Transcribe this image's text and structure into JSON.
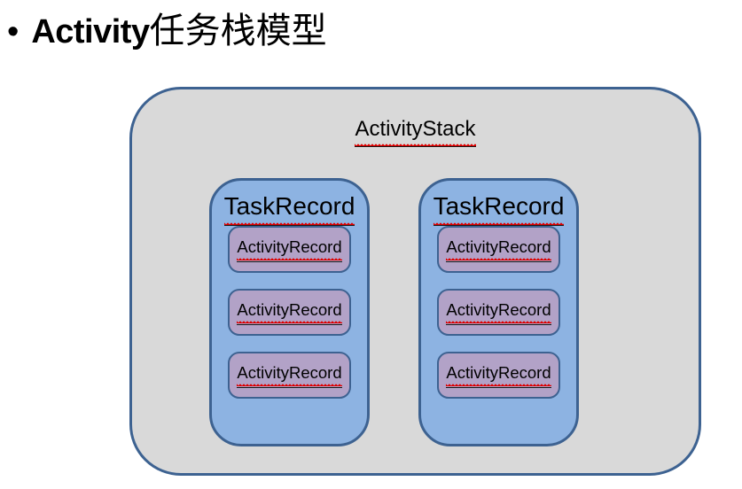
{
  "title": {
    "bullet": "•",
    "text_en": "Activity",
    "text_zh": "任务栈模型"
  },
  "diagram": {
    "stack_label": "ActivityStack",
    "tasks": [
      {
        "label": "TaskRecord",
        "records": [
          "ActivityRecord",
          "ActivityRecord",
          "ActivityRecord"
        ]
      },
      {
        "label": "TaskRecord",
        "records": [
          "ActivityRecord",
          "ActivityRecord",
          "ActivityRecord"
        ]
      }
    ],
    "colors": {
      "stack_fill": "#d9d9d9",
      "task_fill": "#8db3e2",
      "record_fill": "#b2a2c7",
      "border_color": "#3d6291",
      "squiggle_color": "#dd0000"
    }
  }
}
